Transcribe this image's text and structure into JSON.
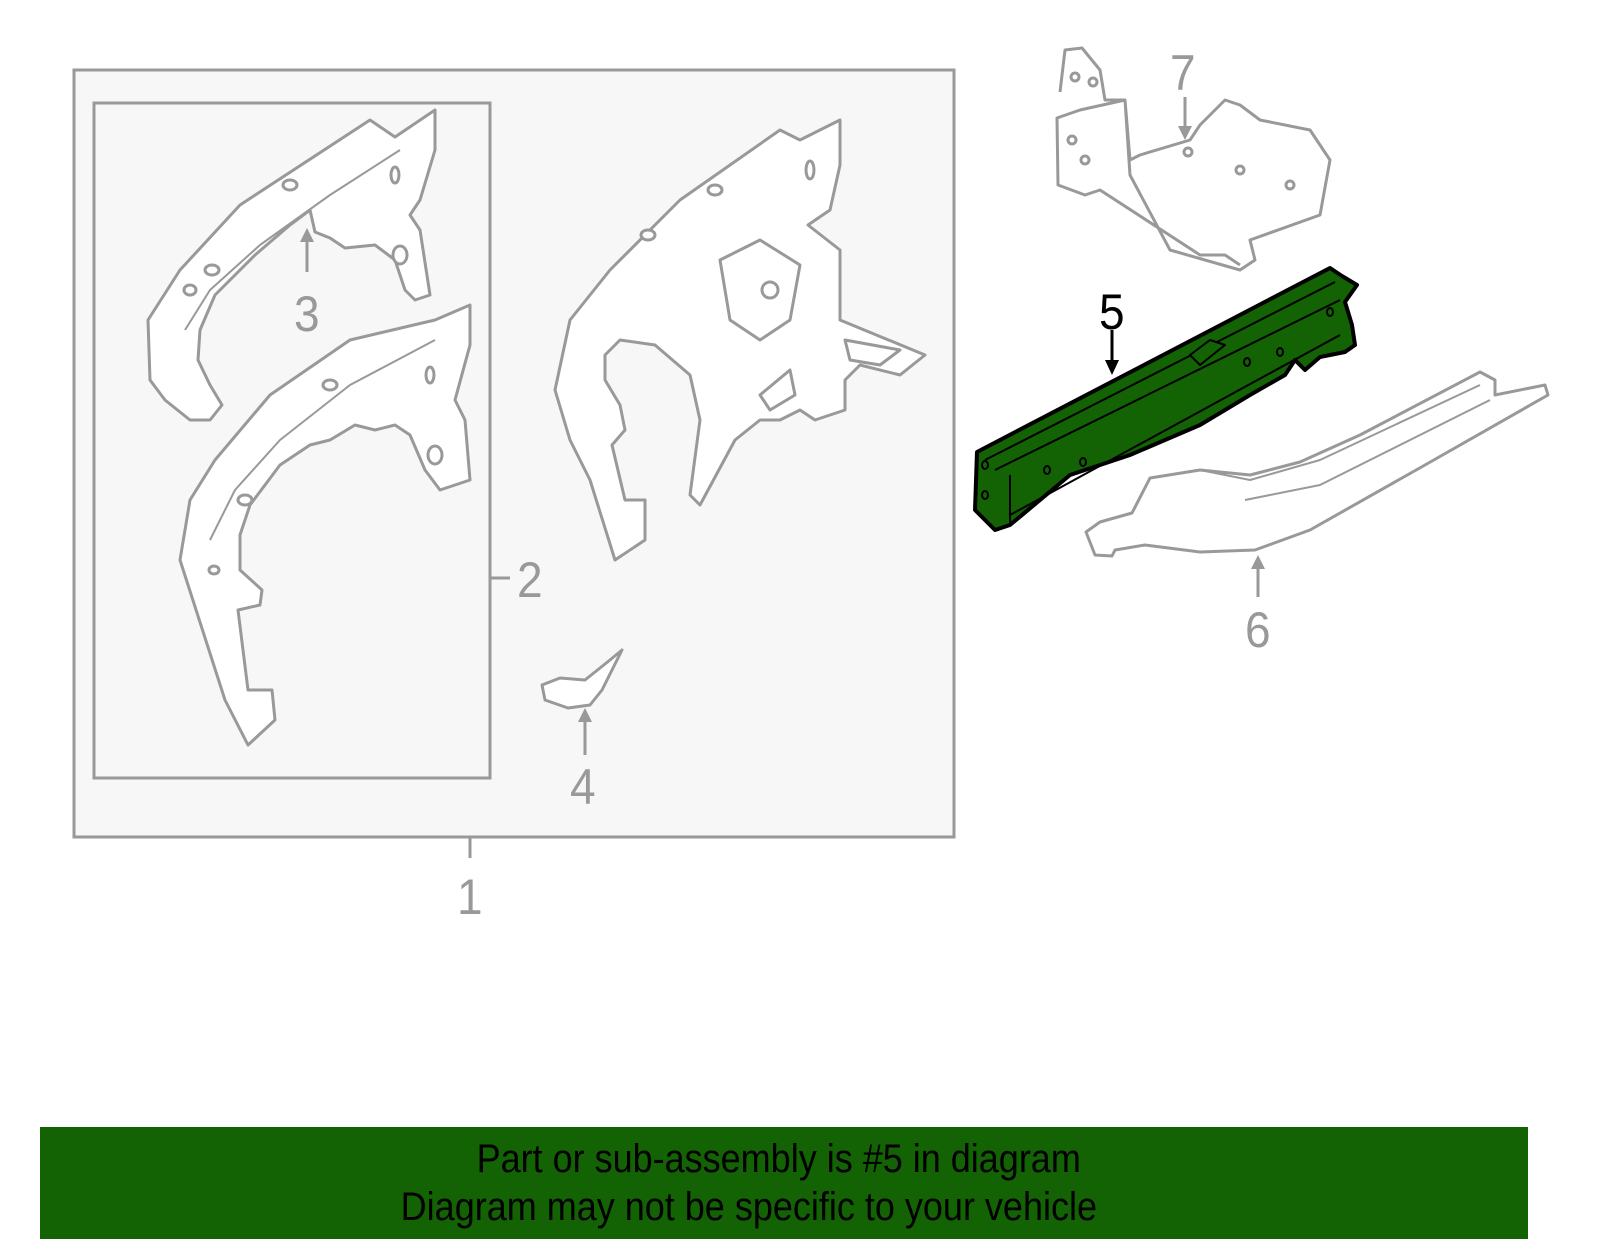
{
  "diagram": {
    "highlighted_part": "5",
    "colors": {
      "outline": "#999999",
      "assembly_fill": "#f7f7f7",
      "highlight_fill": "#136305",
      "highlight_outline": "#000000",
      "banner_bg": "#136305"
    },
    "callouts": [
      {
        "id": "1",
        "label": "1"
      },
      {
        "id": "2",
        "label": "2"
      },
      {
        "id": "3",
        "label": "3"
      },
      {
        "id": "4",
        "label": "4"
      },
      {
        "id": "5",
        "label": "5"
      },
      {
        "id": "6",
        "label": "6"
      },
      {
        "id": "7",
        "label": "7"
      }
    ]
  },
  "banner": {
    "line1": "Part or sub-assembly is #5 in diagram",
    "line2": "Diagram may not be specific to your vehicle"
  }
}
